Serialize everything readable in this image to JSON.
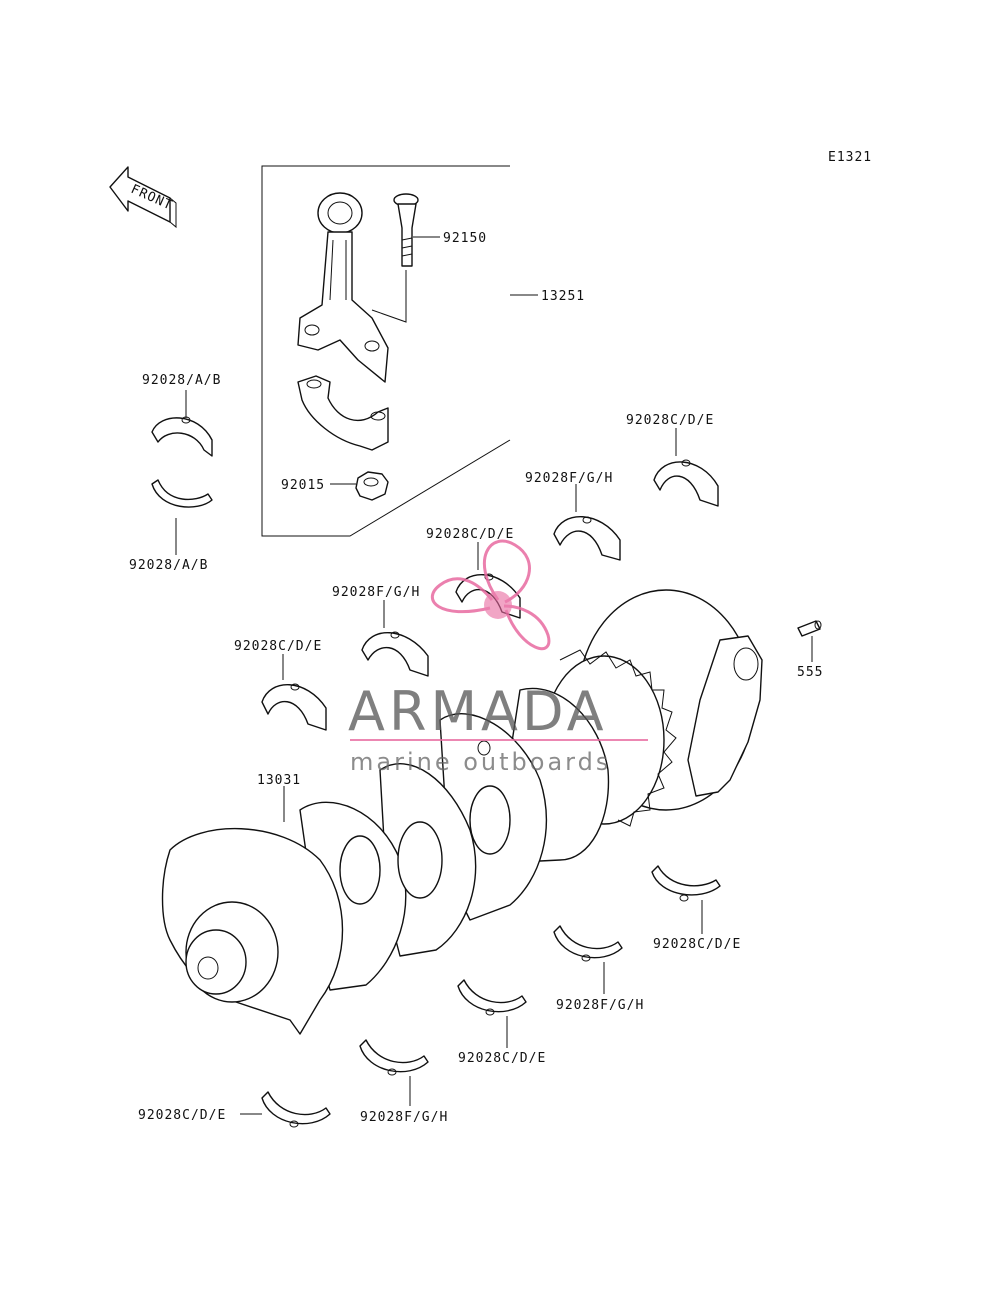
{
  "diagram": {
    "code": "E1321",
    "front_marker": "FRONT",
    "callouts": [
      {
        "id": "92150",
        "text": "92150"
      },
      {
        "id": "13251",
        "text": "13251"
      },
      {
        "id": "92028-ab-top",
        "text": "92028/A/B"
      },
      {
        "id": "92028-ab-bottom",
        "text": "92028/A/B"
      },
      {
        "id": "92015",
        "text": "92015"
      },
      {
        "id": "92028cde-1",
        "text": "92028C/D/E"
      },
      {
        "id": "92028fgh-1",
        "text": "92028F/G/H"
      },
      {
        "id": "92028cde-2",
        "text": "92028C/D/E"
      },
      {
        "id": "92028fgh-2",
        "text": "92028F/G/H"
      },
      {
        "id": "92028cde-3",
        "text": "92028C/D/E"
      },
      {
        "id": "555",
        "text": "555"
      },
      {
        "id": "13031",
        "text": "13031"
      },
      {
        "id": "92028cde-4",
        "text": "92028C/D/E"
      },
      {
        "id": "92028fgh-3",
        "text": "92028F/G/H"
      },
      {
        "id": "92028cde-5",
        "text": "92028C/D/E"
      },
      {
        "id": "92028fgh-4",
        "text": "92028F/G/H"
      },
      {
        "id": "92028cde-6",
        "text": "92028C/D/E"
      }
    ]
  },
  "watermark": {
    "brand": "ARMADA",
    "tagline": "marine outboards",
    "accent_color": "#e86aa0"
  }
}
